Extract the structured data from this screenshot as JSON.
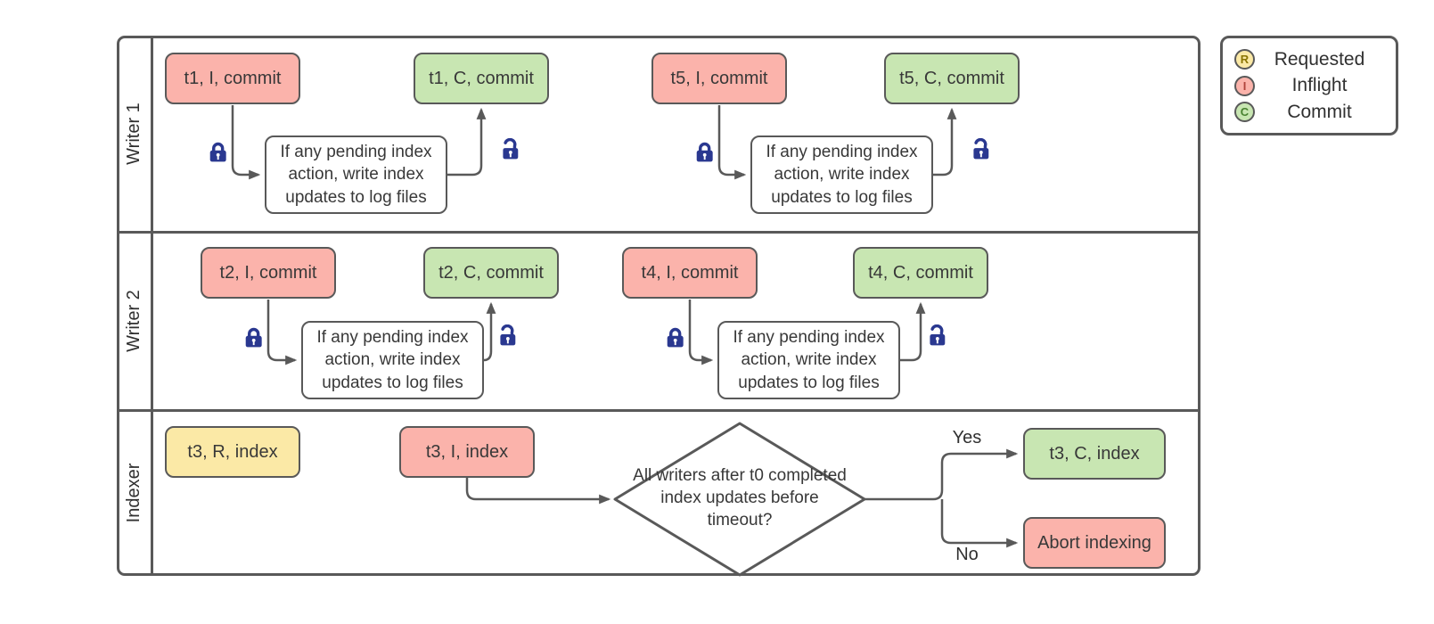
{
  "colors": {
    "inflight": "#FBB3AB",
    "commit": "#C8E6B2",
    "requested": "#FBE9A6",
    "process": "#FFFFFF",
    "border": "#595959",
    "line": "#595959",
    "lock": "#2A3890"
  },
  "lanes": [
    {
      "label": "Writer 1"
    },
    {
      "label": "Writer 2"
    },
    {
      "label": "Indexer"
    }
  ],
  "writer1": {
    "flows": [
      {
        "start": "t1, I, commit",
        "process": "If any pending index action, write index updates to log files",
        "end": "t1, C, commit"
      },
      {
        "start": "t5, I, commit",
        "process": "If any pending index action, write index updates to log files",
        "end": "t5, C, commit"
      }
    ]
  },
  "writer2": {
    "flows": [
      {
        "start": "t2, I, commit",
        "process": "If any pending index action, write index updates to log files",
        "end": "t2, C, commit"
      },
      {
        "start": "t4, I, commit",
        "process": "If any pending index action, write index updates to log files",
        "end": "t4, C, commit"
      }
    ]
  },
  "indexer": {
    "requested": "t3, R, index",
    "inflight": "t3, I, index",
    "decision": "All writers after t0 completed index updates before timeout?",
    "yes_label": "Yes",
    "no_label": "No",
    "commit": "t3, C, index",
    "abort": "Abort indexing"
  },
  "legend": {
    "items": [
      {
        "letter": "R",
        "label": "Requested",
        "fill": "#FBE9A6",
        "letter_color": "#8A7400"
      },
      {
        "letter": "I",
        "label": "Inflight",
        "fill": "#FBB3AB",
        "letter_color": "#B0443C"
      },
      {
        "letter": "C",
        "label": "Commit",
        "fill": "#C8E6B2",
        "letter_color": "#47812F"
      }
    ]
  }
}
